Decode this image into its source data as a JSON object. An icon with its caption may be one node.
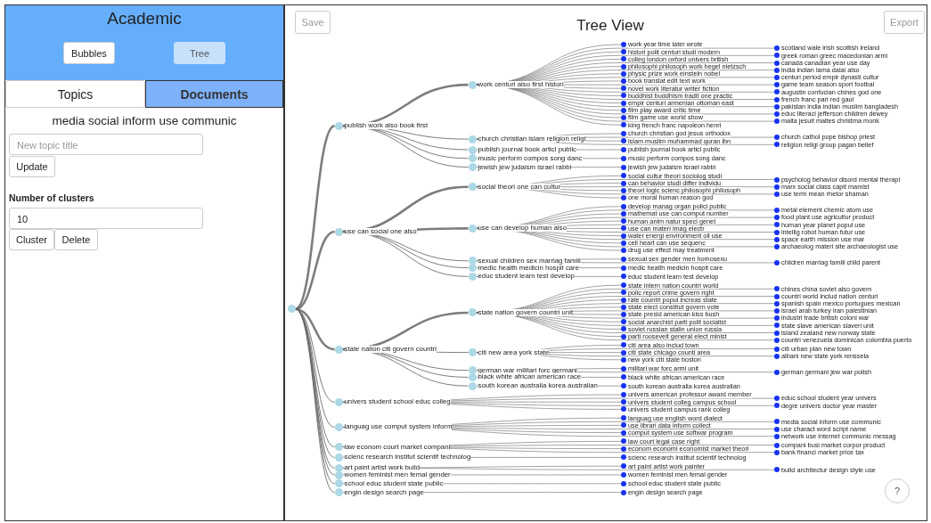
{
  "diagram": {
    "title": "Tree View",
    "nodes": [
      {
        "text": [],
        "shape": "circle"
      },
      {
        "text": [
          "publish work also book first"
        ]
      },
      {
        "text": [
          "work centuri also first histori"
        ]
      },
      {
        "text": [
          "work year time later wrote"
        ]
      },
      {
        "text": [
          "histori polit centuri studi modern"
        ]
      },
      {
        "text": [
          "colleg london oxford univers british"
        ]
      },
      {
        "text": [
          "philosophi philosoph work hegel nietzsch"
        ]
      },
      {
        "text": [
          "physic prize work einstein nobel"
        ]
      },
      {
        "text": [
          "book translat edit text work"
        ]
      },
      {
        "text": [
          "novel work literatur writer fiction"
        ]
      },
      {
        "text": [
          "buddhist buddhism tradit one practic"
        ]
      },
      {
        "text": [
          "empir centuri armenian ottoman east"
        ]
      },
      {
        "text": [
          "film play award critic time"
        ]
      },
      {
        "text": [
          "film game use world show"
        ]
      },
      {
        "text": [
          "king french franc napoleon henri"
        ]
      },
      {
        "text": [
          "scotland wale irish scottish ireland"
        ]
      },
      {
        "text": [
          "greek roman greec macedonian armi"
        ]
      },
      {
        "text": [
          "canada canadian year use day"
        ]
      },
      {
        "text": [
          "india indian lama dalai also"
        ]
      },
      {
        "text": [
          "centuri period empir dynasti cultur"
        ]
      },
      {
        "text": [
          "game team season sport footbal"
        ]
      },
      {
        "text": [
          "augustin confucian chines god one"
        ]
      },
      {
        "text": [
          "french franc pari red gaul"
        ]
      },
      {
        "text": [
          "pakistan india indian muslim bangladesh"
        ]
      },
      {
        "text": [
          "educ literaci jefferson children dewey"
        ]
      },
      {
        "text": [
          "malta jesuit maltes christma monk"
        ]
      },
      {
        "text": [
          "church christian islam religion religi"
        ]
      },
      {
        "text": [
          "church christian god jesus orthodox"
        ]
      },
      {
        "text": [
          "islam muslim muhammad quran ibn"
        ]
      },
      {
        "text": [
          "church cathol pope bishop priest"
        ]
      },
      {
        "text": [
          "religion religi group pagan belief"
        ]
      },
      {
        "text": [
          "publish journal book articl public"
        ]
      },
      {
        "text": [
          "publish journal book articl public"
        ]
      },
      {
        "text": [
          "music perform compos song danc"
        ]
      },
      {
        "text": [
          "music perform compos song danc"
        ]
      },
      {
        "text": [
          "jewish jew judaism israel rabbi"
        ]
      },
      {
        "text": [
          "jewish jew judaism israel rabbi"
        ]
      },
      {
        "text": [
          "use can social one also"
        ]
      },
      {
        "text": [
          "social theori one can cultur"
        ]
      },
      {
        "text": [
          "social cultur theori sociolog studi"
        ]
      },
      {
        "text": [
          "can behavior studi differ individu"
        ]
      },
      {
        "text": [
          "theori logic scienc philosophi philosoph"
        ]
      },
      {
        "text": [
          "one moral human reason god"
        ]
      },
      {
        "text": [
          "psycholog behavior disord mental therapi"
        ]
      },
      {
        "text": [
          "marx social class capit marxist"
        ]
      },
      {
        "text": [
          "use term mean rhetor shaman"
        ]
      },
      {
        "text": [
          "use can develop human also"
        ]
      },
      {
        "text": [
          "develop manag organ polici public"
        ]
      },
      {
        "text": [
          "mathemat use can comput number"
        ]
      },
      {
        "text": [
          "human anim natur speci genet"
        ]
      },
      {
        "text": [
          "use can materi imag electr"
        ]
      },
      {
        "text": [
          "water energi environment oil use"
        ]
      },
      {
        "text": [
          "cell heart can use sequenc"
        ]
      },
      {
        "text": [
          "drug use effect may treatment"
        ]
      },
      {
        "text": [
          "metal element chemic atom use"
        ]
      },
      {
        "text": [
          "food plant use agricultur product"
        ]
      },
      {
        "text": [
          "human year planet popul use"
        ]
      },
      {
        "text": [
          "intellig robot human futur use"
        ]
      },
      {
        "text": [
          "space earth mission use mar"
        ]
      },
      {
        "text": [
          "archaeolog materi site archaeologist use"
        ]
      },
      {
        "text": [
          "sexual children sex marriag famili"
        ]
      },
      {
        "text": [
          "sexual sex gender men homosexu"
        ]
      },
      {
        "text": [
          "children marriag famili child parent"
        ]
      },
      {
        "text": [
          "medic health medicin hospit care"
        ]
      },
      {
        "text": [
          "medic health medicin hospit care"
        ]
      },
      {
        "text": [
          "educ student learn test develop"
        ]
      },
      {
        "text": [
          "educ student learn test develop"
        ]
      },
      {
        "text": [
          "state nation citi govern countri"
        ]
      },
      {
        "text": [
          "state nation govern countri unit"
        ]
      },
      {
        "text": [
          "state intern nation countri world"
        ]
      },
      {
        "text": [
          "polic report crime govern right"
        ]
      },
      {
        "text": [
          "rate countri popul increas state"
        ]
      },
      {
        "text": [
          "state elect constitut govern vote"
        ]
      },
      {
        "text": [
          "state presid american kiss bush"
        ]
      },
      {
        "text": [
          "social anarchist parti polit socialist"
        ]
      },
      {
        "text": [
          "soviet russian stalin union russia"
        ]
      },
      {
        "text": [
          "parti roosevelt general elect minist"
        ]
      },
      {
        "text": [
          "chines china soviet also govern"
        ]
      },
      {
        "text": [
          "countri world includ nation centuri"
        ]
      },
      {
        "text": [
          "spanish spain mexico portugues mexican"
        ]
      },
      {
        "text": [
          "israel arab turkey iran palestinian"
        ]
      },
      {
        "text": [
          "industri trade british coloni war"
        ]
      },
      {
        "text": [
          "state slave american slaveri unit"
        ]
      },
      {
        "text": [
          "island zealand new norway state"
        ]
      },
      {
        "text": [
          "countri venezuela dominican colombia puerto"
        ]
      },
      {
        "text": [
          "citi new area york state"
        ]
      },
      {
        "text": [
          "citi area also includ town"
        ]
      },
      {
        "text": [
          "citi state chicago counti area"
        ]
      },
      {
        "text": [
          "new york citi state boston"
        ]
      },
      {
        "text": [
          "citi urban plan new town"
        ]
      },
      {
        "text": [
          "albani new state york renssela"
        ]
      },
      {
        "text": [
          "german war militari forc germani"
        ]
      },
      {
        "text": [
          "militari war forc armi unit"
        ]
      },
      {
        "text": [
          "german germani jew war polish"
        ]
      },
      {
        "text": [
          "black white african american race"
        ]
      },
      {
        "text": [
          "black white african american race"
        ]
      },
      {
        "text": [
          "south korean australia korea australian"
        ]
      },
      {
        "text": [
          "south korean australia korea australian"
        ]
      },
      {
        "text": [
          "univers student school educ colleg"
        ]
      },
      {
        "text": [
          "univers american professor award member"
        ]
      },
      {
        "text": [
          "univers student colleg campus school"
        ]
      },
      {
        "text": [
          "univers student campus rank colleg"
        ]
      },
      {
        "text": [
          "educ school student year univers"
        ]
      },
      {
        "text": [
          "degre univers doctor year master"
        ]
      },
      {
        "text": [
          "languag use comput system inform"
        ]
      },
      {
        "text": [
          "languag use english word dialect"
        ]
      },
      {
        "text": [
          "use librari data inform collect"
        ]
      },
      {
        "text": [
          "comput system use softwar program"
        ]
      },
      {
        "text": [
          "media social inform use communic"
        ]
      },
      {
        "text": [
          "use charact word script name"
        ]
      },
      {
        "text": [
          "network use internet communic messag"
        ]
      },
      {
        "text": [
          "law econom court market compani"
        ]
      },
      {
        "text": [
          "law court legal case right"
        ]
      },
      {
        "text": [
          "econom economi economist market theori"
        ]
      },
      {
        "text": [
          "compani busi market corpor product"
        ]
      },
      {
        "text": [
          "bank financi market price tax"
        ]
      },
      {
        "text": [
          "scienc research institut scientif technolog"
        ]
      },
      {
        "text": [
          "scienc research institut scientif technolog"
        ]
      },
      {
        "text": [
          "art paint artist work build"
        ]
      },
      {
        "text": [
          "art paint artist work painter"
        ]
      },
      {
        "text": [
          "build architectur design style use"
        ]
      },
      {
        "text": [
          "women feminist men femal gender"
        ]
      },
      {
        "text": [
          "women feminist men femal gender"
        ]
      },
      {
        "text": [
          "school educ student state public"
        ]
      },
      {
        "text": [
          "school educ student state public"
        ]
      },
      {
        "text": [
          "engin design search page"
        ]
      },
      {
        "text": [
          "engin design search page"
        ]
      }
    ],
    "edges": [
      {
        "from": 0,
        "to": 1,
        "arrow": "none",
        "style": "thick"
      },
      {
        "from": 1,
        "to": 2,
        "arrow": "none",
        "style": "thick"
      },
      {
        "from": 2,
        "to": 3,
        "arrow": "none"
      },
      {
        "from": 2,
        "to": 4,
        "arrow": "none"
      },
      {
        "from": 2,
        "to": 5,
        "arrow": "none"
      },
      {
        "from": 2,
        "to": 6,
        "arrow": "none"
      },
      {
        "from": 2,
        "to": 7,
        "arrow": "none"
      },
      {
        "from": 2,
        "to": 8,
        "arrow": "none"
      },
      {
        "from": 2,
        "to": 9,
        "arrow": "none"
      },
      {
        "from": 2,
        "to": 10,
        "arrow": "none"
      },
      {
        "from": 2,
        "to": 11,
        "arrow": "none"
      },
      {
        "from": 2,
        "to": 12,
        "arrow": "none"
      },
      {
        "from": 2,
        "to": 13,
        "arrow": "none"
      },
      {
        "from": 2,
        "to": 14,
        "arrow": "none"
      },
      {
        "from": 2,
        "to": 15,
        "arrow": "none"
      },
      {
        "from": 2,
        "to": 16,
        "arrow": "none"
      },
      {
        "from": 2,
        "to": 17,
        "arrow": "none"
      },
      {
        "from": 2,
        "to": 18,
        "arrow": "none"
      },
      {
        "from": 2,
        "to": 19,
        "arrow": "none"
      },
      {
        "from": 2,
        "to": 20,
        "arrow": "none"
      },
      {
        "from": 2,
        "to": 21,
        "arrow": "none"
      },
      {
        "from": 2,
        "to": 22,
        "arrow": "none"
      },
      {
        "from": 2,
        "to": 23,
        "arrow": "none"
      },
      {
        "from": 2,
        "to": 24,
        "arrow": "none"
      },
      {
        "from": 2,
        "to": 25,
        "arrow": "none"
      },
      {
        "from": 1,
        "to": 26,
        "arrow": "none"
      },
      {
        "from": 26,
        "to": 27,
        "arrow": "none"
      },
      {
        "from": 26,
        "to": 28,
        "arrow": "none"
      },
      {
        "from": 26,
        "to": 29,
        "arrow": "none"
      },
      {
        "from": 26,
        "to": 30,
        "arrow": "none"
      },
      {
        "from": 1,
        "to": 31,
        "arrow": "none"
      },
      {
        "from": 31,
        "to": 32,
        "arrow": "none"
      },
      {
        "from": 1,
        "to": 33,
        "arrow": "none"
      },
      {
        "from": 33,
        "to": 34,
        "arrow": "none"
      },
      {
        "from": 1,
        "to": 35,
        "arrow": "none"
      },
      {
        "from": 35,
        "to": 36,
        "arrow": "none"
      },
      {
        "from": 0,
        "to": 37,
        "arrow": "none",
        "style": "thick"
      },
      {
        "from": 37,
        "to": 38,
        "arrow": "none",
        "style": "thick"
      },
      {
        "from": 38,
        "to": 39,
        "arrow": "none"
      },
      {
        "from": 38,
        "to": 40,
        "arrow": "none"
      },
      {
        "from": 38,
        "to": 41,
        "arrow": "none"
      },
      {
        "from": 38,
        "to": 42,
        "arrow": "none"
      },
      {
        "from": 38,
        "to": 43,
        "arrow": "none"
      },
      {
        "from": 38,
        "to": 44,
        "arrow": "none"
      },
      {
        "from": 38,
        "to": 45,
        "arrow": "none"
      },
      {
        "from": 37,
        "to": 46,
        "arrow": "none",
        "style": "thick"
      },
      {
        "from": 46,
        "to": 47,
        "arrow": "none"
      },
      {
        "from": 46,
        "to": 48,
        "arrow": "none"
      },
      {
        "from": 46,
        "to": 49,
        "arrow": "none"
      },
      {
        "from": 46,
        "to": 50,
        "arrow": "none"
      },
      {
        "from": 46,
        "to": 51,
        "arrow": "none"
      },
      {
        "from": 46,
        "to": 52,
        "arrow": "none"
      },
      {
        "from": 46,
        "to": 53,
        "arrow": "none"
      },
      {
        "from": 46,
        "to": 54,
        "arrow": "none"
      },
      {
        "from": 46,
        "to": 55,
        "arrow": "none"
      },
      {
        "from": 46,
        "to": 56,
        "arrow": "none"
      },
      {
        "from": 46,
        "to": 57,
        "arrow": "none"
      },
      {
        "from": 46,
        "to": 58,
        "arrow": "none"
      },
      {
        "from": 46,
        "to": 59,
        "arrow": "none"
      },
      {
        "from": 37,
        "to": 60,
        "arrow": "none"
      },
      {
        "from": 60,
        "to": 61,
        "arrow": "none"
      },
      {
        "from": 60,
        "to": 62,
        "arrow": "none"
      },
      {
        "from": 37,
        "to": 63,
        "arrow": "none"
      },
      {
        "from": 63,
        "to": 64,
        "arrow": "none"
      },
      {
        "from": 37,
        "to": 65,
        "arrow": "none"
      },
      {
        "from": 65,
        "to": 66,
        "arrow": "none"
      },
      {
        "from": 0,
        "to": 67,
        "arrow": "none",
        "style": "thick"
      },
      {
        "from": 67,
        "to": 68,
        "arrow": "none",
        "style": "thick"
      },
      {
        "from": 68,
        "to": 69,
        "arrow": "none"
      },
      {
        "from": 68,
        "to": 70,
        "arrow": "none"
      },
      {
        "from": 68,
        "to": 71,
        "arrow": "none"
      },
      {
        "from": 68,
        "to": 72,
        "arrow": "none"
      },
      {
        "from": 68,
        "to": 73,
        "arrow": "none"
      },
      {
        "from": 68,
        "to": 74,
        "arrow": "none"
      },
      {
        "from": 68,
        "to": 75,
        "arrow": "none"
      },
      {
        "from": 68,
        "to": 76,
        "arrow": "none"
      },
      {
        "from": 68,
        "to": 77,
        "arrow": "none"
      },
      {
        "from": 68,
        "to": 78,
        "arrow": "none"
      },
      {
        "from": 68,
        "to": 79,
        "arrow": "none"
      },
      {
        "from": 68,
        "to": 80,
        "arrow": "none"
      },
      {
        "from": 68,
        "to": 81,
        "arrow": "none"
      },
      {
        "from": 68,
        "to": 82,
        "arrow": "none"
      },
      {
        "from": 68,
        "to": 83,
        "arrow": "none"
      },
      {
        "from": 68,
        "to": 84,
        "arrow": "none"
      },
      {
        "from": 67,
        "to": 85,
        "arrow": "none"
      },
      {
        "from": 85,
        "to": 86,
        "arrow": "none"
      },
      {
        "from": 85,
        "to": 87,
        "arrow": "none"
      },
      {
        "from": 85,
        "to": 88,
        "arrow": "none"
      },
      {
        "from": 85,
        "to": 89,
        "arrow": "none"
      },
      {
        "from": 85,
        "to": 90,
        "arrow": "none"
      },
      {
        "from": 67,
        "to": 91,
        "arrow": "none"
      },
      {
        "from": 91,
        "to": 92,
        "arrow": "none"
      },
      {
        "from": 91,
        "to": 93,
        "arrow": "none"
      },
      {
        "from": 67,
        "to": 94,
        "arrow": "none"
      },
      {
        "from": 94,
        "to": 95,
        "arrow": "none"
      },
      {
        "from": 67,
        "to": 96,
        "arrow": "none"
      },
      {
        "from": 96,
        "to": 97,
        "arrow": "none"
      },
      {
        "from": 0,
        "to": 98,
        "arrow": "none"
      },
      {
        "from": 98,
        "to": 99,
        "arrow": "none"
      },
      {
        "from": 98,
        "to": 100,
        "arrow": "none"
      },
      {
        "from": 98,
        "to": 101,
        "arrow": "none"
      },
      {
        "from": 98,
        "to": 102,
        "arrow": "none"
      },
      {
        "from": 98,
        "to": 103,
        "arrow": "none"
      },
      {
        "from": 0,
        "to": 104,
        "arrow": "none"
      },
      {
        "from": 104,
        "to": 105,
        "arrow": "none"
      },
      {
        "from": 104,
        "to": 106,
        "arrow": "none"
      },
      {
        "from": 104,
        "to": 107,
        "arrow": "none"
      },
      {
        "from": 104,
        "to": 108,
        "arrow": "none"
      },
      {
        "from": 104,
        "to": 109,
        "arrow": "none"
      },
      {
        "from": 104,
        "to": 110,
        "arrow": "none"
      },
      {
        "from": 0,
        "to": 111,
        "arrow": "none"
      },
      {
        "from": 111,
        "to": 112,
        "arrow": "none"
      },
      {
        "from": 111,
        "to": 113,
        "arrow": "none"
      },
      {
        "from": 111,
        "to": 114,
        "arrow": "none"
      },
      {
        "from": 111,
        "to": 115,
        "arrow": "none"
      },
      {
        "from": 0,
        "to": 116,
        "arrow": "none"
      },
      {
        "from": 116,
        "to": 117,
        "arrow": "none"
      },
      {
        "from": 0,
        "to": 118,
        "arrow": "none"
      },
      {
        "from": 118,
        "to": 119,
        "arrow": "none"
      },
      {
        "from": 118,
        "to": 120,
        "arrow": "none"
      },
      {
        "from": 0,
        "to": 121,
        "arrow": "none"
      },
      {
        "from": 121,
        "to": 122,
        "arrow": "none"
      },
      {
        "from": 0,
        "to": 123,
        "arrow": "none"
      },
      {
        "from": 123,
        "to": 124,
        "arrow": "none"
      },
      {
        "from": 0,
        "to": 125,
        "arrow": "none"
      },
      {
        "from": 125,
        "to": 126,
        "arrow": "none"
      }
    ],
    "labels": [
      "Academic",
      "Bubbles",
      "Tree",
      "Topics",
      "Documents",
      "media social inform use communic",
      "New topic title",
      "Update",
      "Number of clusters",
      "10",
      "Cluster",
      "Delete",
      "Save",
      "Export",
      "?"
    ]
  }
}
